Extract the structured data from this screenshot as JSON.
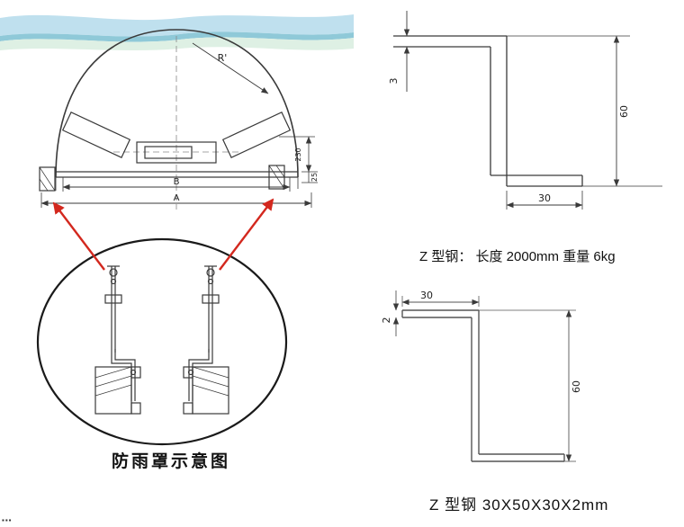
{
  "rain_cover": {
    "caption": "防雨罩示意图",
    "labels": {
      "radius": "R'",
      "width_b": "B",
      "width_a": "A",
      "height_230": "230",
      "height_25": "25"
    }
  },
  "z_profile_top": {
    "caption": "Z 型钢： 长度 2000mm 重量 6kg",
    "labels": {
      "thickness": "3",
      "height": "60",
      "flange": "30"
    }
  },
  "z_profile_bottom": {
    "caption": "Z 型钢  30X50X30X2mm",
    "labels": {
      "thickness": "2",
      "height": "60",
      "flange": "30"
    }
  },
  "footer": {
    "smudge": "▪▪▪"
  },
  "colors": {
    "callout_arrow": "#d3281e",
    "banner_blue": "#bfe0ee",
    "banner_teal": "#8fc9d8",
    "banner_green": "#def0e4"
  }
}
